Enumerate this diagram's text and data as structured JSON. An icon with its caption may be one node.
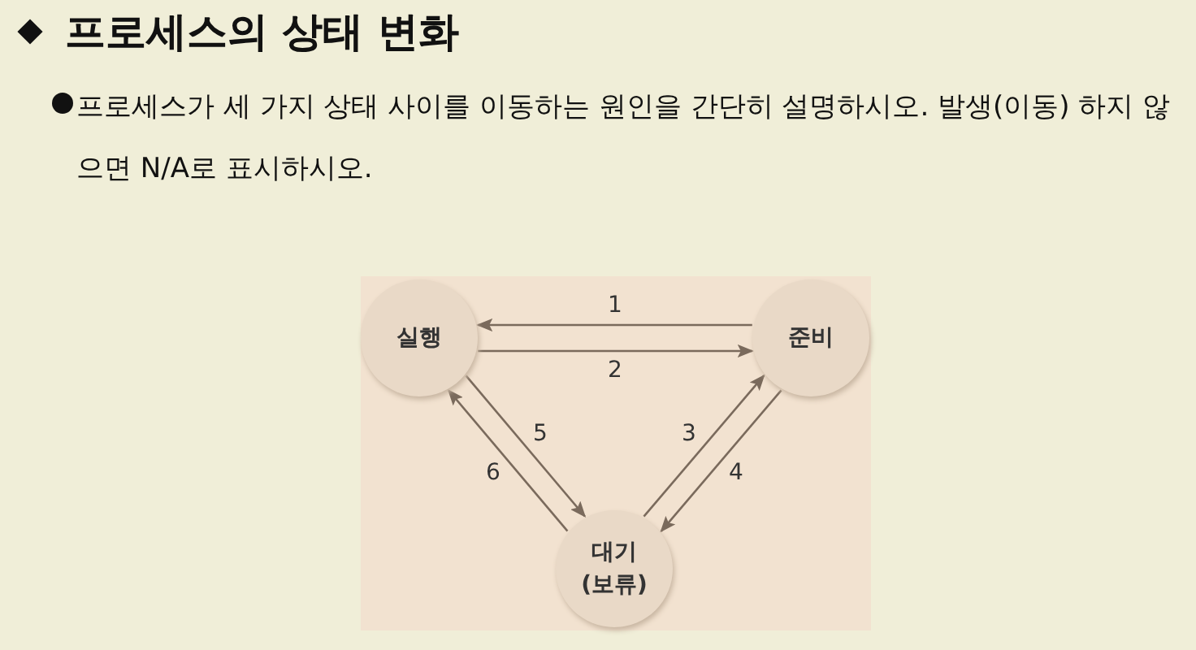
{
  "diagram": {
    "title": "프로세스의 상태 변화",
    "nodes": [
      {
        "text": [
          "실행"
        ]
      },
      {
        "text": [
          "준비"
        ]
      },
      {
        "text": [
          "대기 (보류)"
        ]
      }
    ],
    "edges": [
      {
        "from": 1,
        "to": 0,
        "arrow": "to",
        "label": "1"
      },
      {
        "from": 0,
        "to": 1,
        "arrow": "to",
        "label": "2"
      },
      {
        "from": 2,
        "to": 1,
        "arrow": "to",
        "label": "3"
      },
      {
        "from": 1,
        "to": 2,
        "arrow": "to",
        "label": "4"
      },
      {
        "from": 0,
        "to": 2,
        "arrow": "to",
        "label": "5"
      },
      {
        "from": 2,
        "to": 0,
        "arrow": "to",
        "label": "6"
      }
    ],
    "labels": [
      "프로세스가 세 가지 상태 사이를 이동하는 원인을 간단히 설명하시오. 발생(이동) 하지 않으면 N/A로 표시하시오."
    ]
  }
}
